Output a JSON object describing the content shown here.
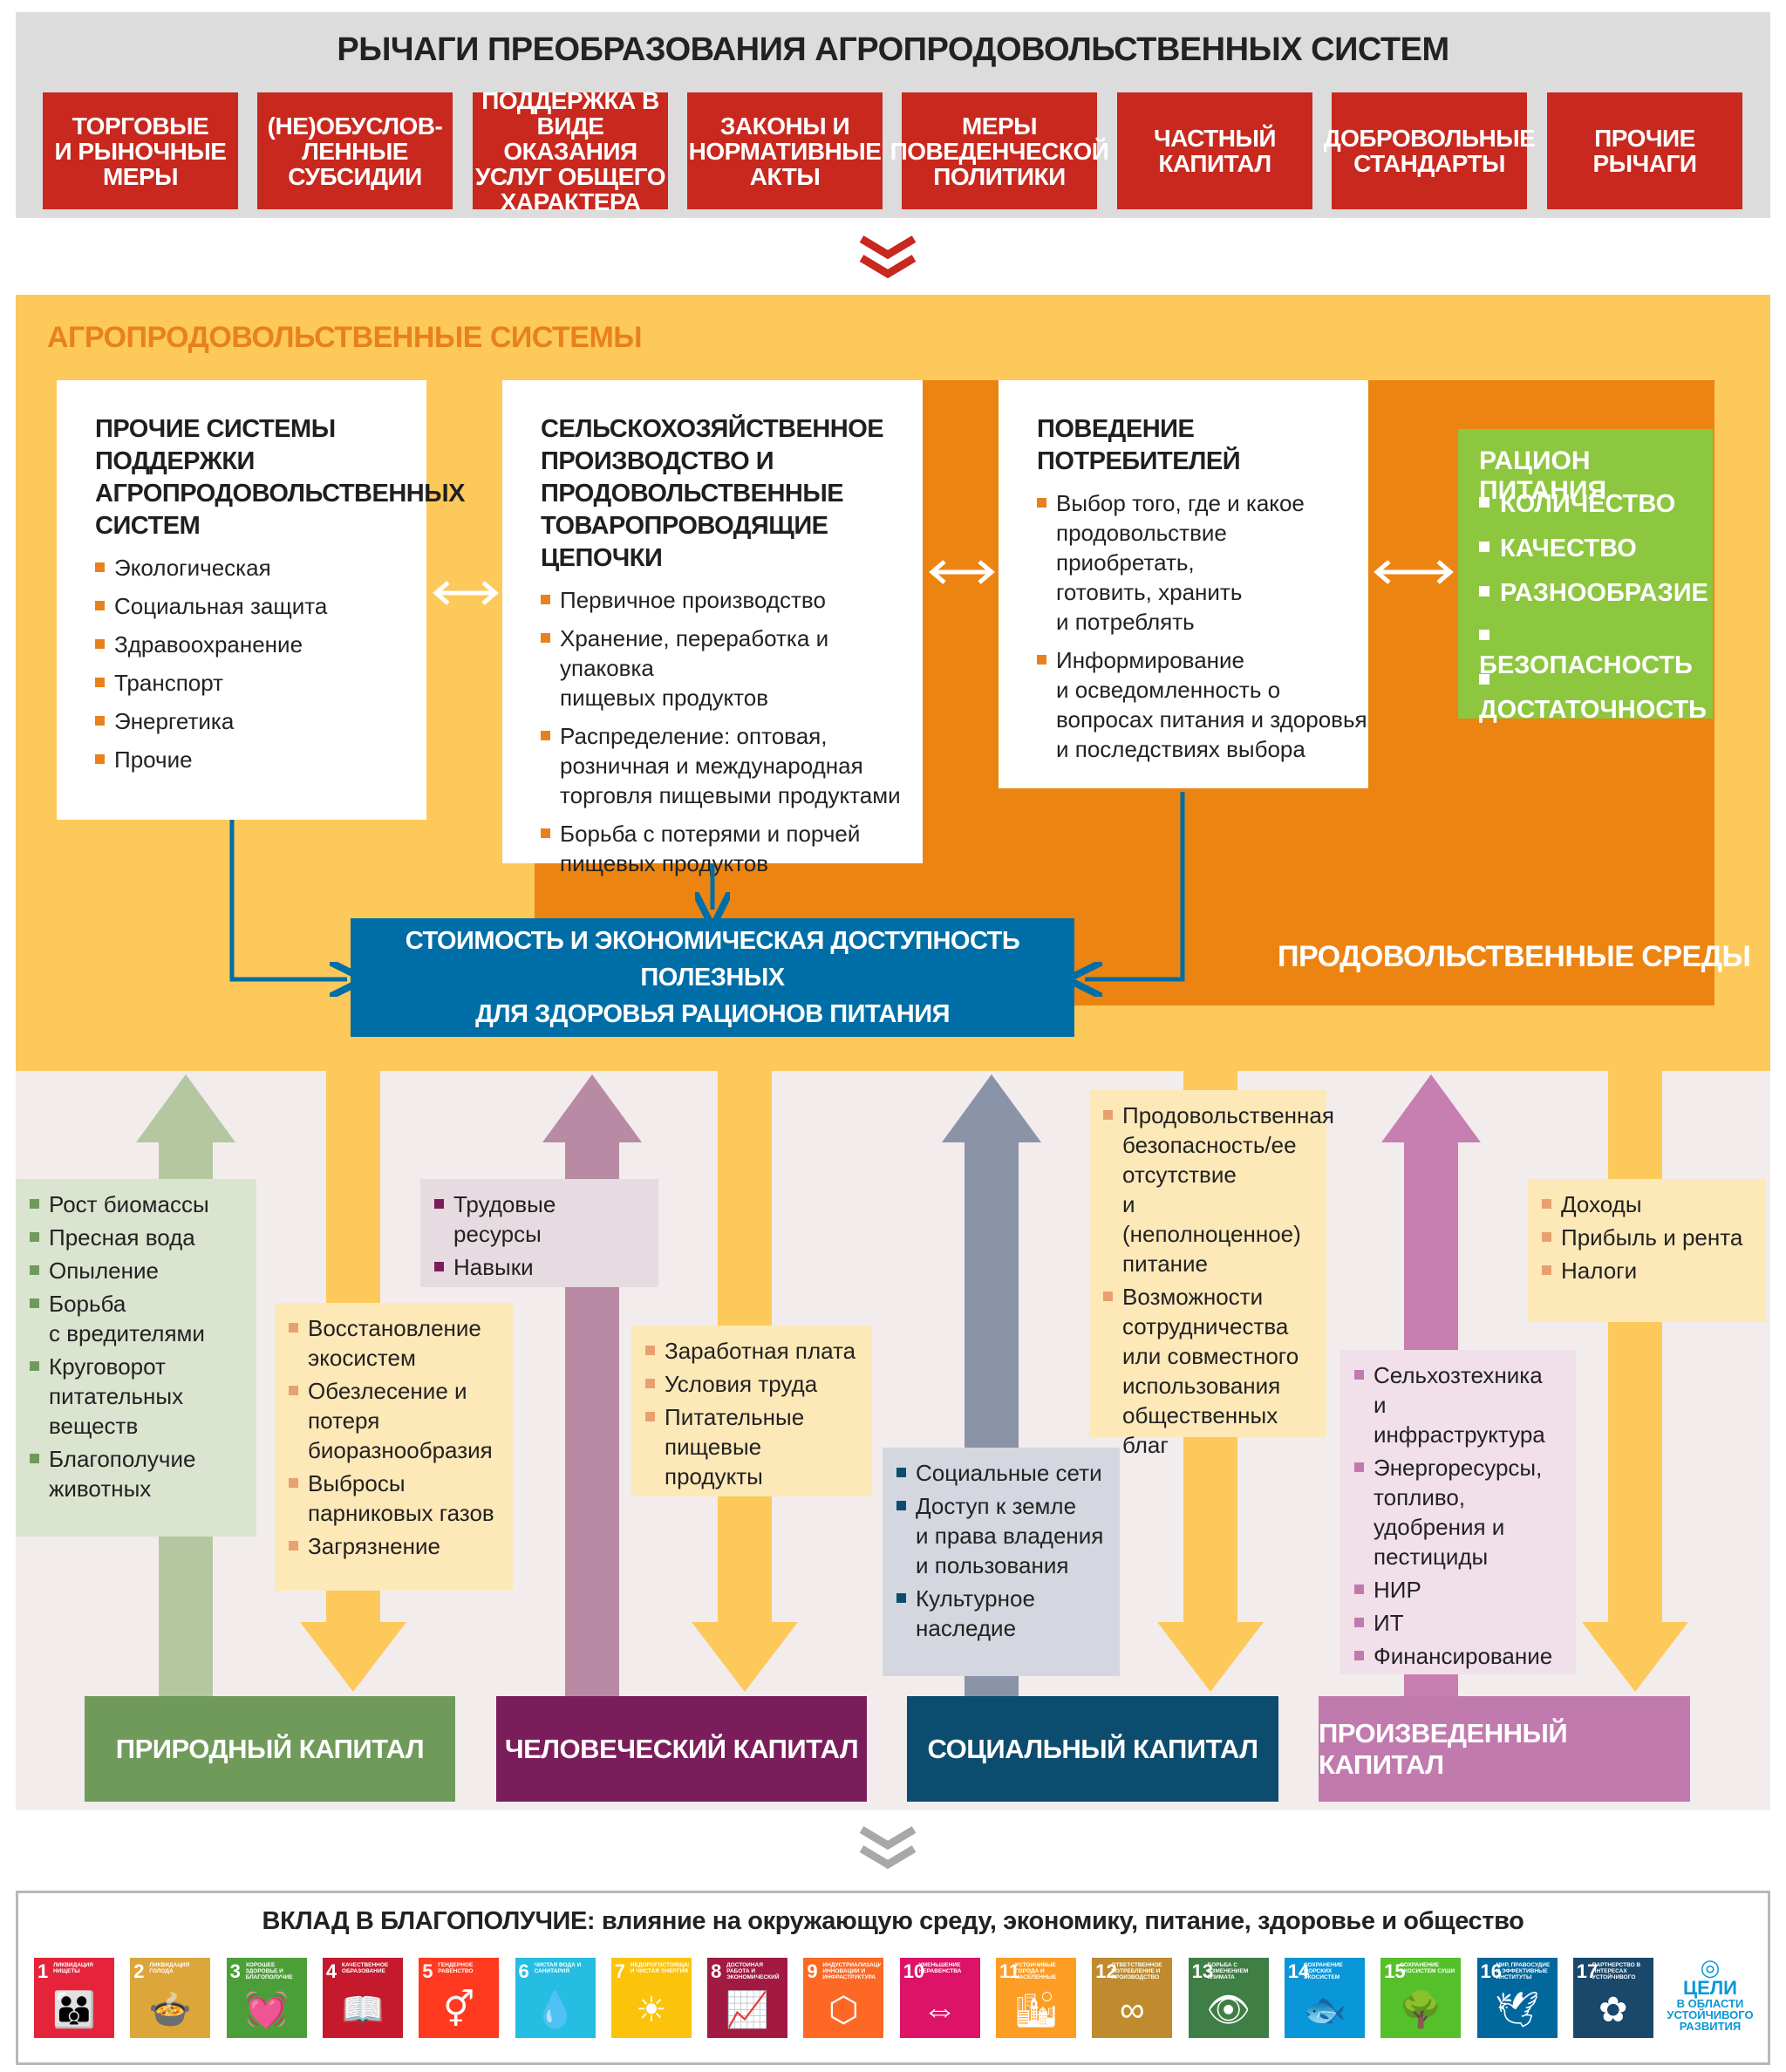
{
  "levers": {
    "title": "РЫЧАГИ ПРЕОБРАЗОВАНИЯ АГРОПРОДОВОЛЬСТВЕННЫХ СИСТЕМ",
    "items": [
      "ТОРГОВЫЕ\nИ РЫНОЧНЫЕ\nМЕРЫ",
      "(НЕ)ОБУСЛОВ-\nЛЕННЫЕ\nСУБСИДИИ",
      "ПОДДЕРЖКА В\nВИДЕ ОКАЗАНИЯ\nУСЛУГ ОБЩЕГО\nХАРАКТЕРА",
      "ЗАКОНЫ И\nНОРМАТИВНЫЕ\nАКТЫ",
      "МЕРЫ\nПОВЕДЕНЧЕСКОЙ\nПОЛИТИКИ",
      "ЧАСТНЫЙ\nКАПИТАЛ",
      "ДОБРОВОЛЬНЫЕ\nСТАНДАРТЫ",
      "ПРОЧИЕ РЫЧАГИ"
    ]
  },
  "agro": {
    "title": "АГРОПРОДОВОЛЬСТВЕННЫЕ СИСТЕМЫ",
    "support": {
      "title": "ПРОЧИЕ СИСТЕМЫ\nПОДДЕРЖКИ\nАГРОПРОДОВОЛЬСТВЕННЫХ\nСИСТЕМ",
      "items": [
        "Экологическая",
        "Социальная защита",
        "Здравоохранение",
        "Транспорт",
        "Энергетика",
        "Прочие"
      ]
    },
    "production": {
      "title": "СЕЛЬСКОХОЗЯЙСТВЕННОЕ\nПРОИЗВОДСТВО И\nПРОДОВОЛЬСТВЕННЫЕ\nТОВАРОПРОВОДЯЩИЕ ЦЕПОЧКИ",
      "items": [
        "Первичное производство",
        "Хранение, переработка и упаковка\nпищевых продуктов",
        "Распределение: оптовая,\nрозничная и международная\nторговля пищевыми продуктами",
        "Борьба с потерями и порчей\nпищевых продуктов"
      ]
    },
    "consumer": {
      "title": "ПОВЕДЕНИЕ\nПОТРЕБИТЕЛЕЙ",
      "items": [
        "Выбор того, где и какое\nпродовольствие приобретать,\nготовить, хранить\nи потреблять",
        "Информирование\nи осведомленность о\nвопросах питания и здоровья\nи последствиях выбора"
      ]
    },
    "diet": {
      "title": "РАЦИОН ПИТАНИЯ",
      "items": [
        "КОЛИЧЕСТВО",
        "КАЧЕСТВО",
        "РАЗНООБРАЗИЕ",
        "БЕЗОПАСНОСТЬ",
        "ДОСТАТОЧНОСТЬ"
      ]
    },
    "cost": "СТОИМОСТЬ И ЭКОНОМИЧЕСКАЯ ДОСТУПНОСТЬ ПОЛЕЗНЫХ\nДЛЯ ЗДОРОВЬЯ РАЦИОНОВ ПИТАНИЯ",
    "environments": "ПРОДОВОЛЬСТВЕННЫЕ СРЕДЫ"
  },
  "flows": {
    "natural_in": [
      "Рост биомассы",
      "Пресная вода",
      "Опыление",
      "Борьба\nс вредителями",
      "Круговорот\nпитательных\nвеществ",
      "Благополучие\nживотных"
    ],
    "natural_out": [
      "Восстановление\nэкосистем",
      "Обезлесение и\nпотеря\nбиоразнообразия",
      "Выбросы\nпарниковых газов",
      "Загрязнение"
    ],
    "human_in": [
      "Трудовые ресурсы",
      "Навыки"
    ],
    "human_out": [
      "Заработная плата",
      "Условия труда",
      "Питательные\nпищевые продукты"
    ],
    "social_in": [
      "Социальные сети",
      "Доступ к земле\nи права владения\nи пользования",
      "Культурное\nнаследие"
    ],
    "social_out": [
      "Продовольственная\nбезопасность/ее\nотсутствие\nи (неполноценное)\nпитание",
      "Возможности\nсотрудничества\nили совместного\nиспользования\nобщественных благ"
    ],
    "produced_in": [
      "Сельхозтехника\nи инфраструктура",
      "Энергоресурсы,\nтопливо,\nудобрения и\nпестициды",
      "НИР",
      "ИТ",
      "Финансирование"
    ],
    "produced_out": [
      "Доходы",
      "Прибыль и рента",
      "Налоги"
    ]
  },
  "capitals": [
    "ПРИРОДНЫЙ КАПИТАЛ",
    "ЧЕЛОВЕЧЕСКИЙ КАПИТАЛ",
    "СОЦИАЛЬНЫЙ КАПИТАЛ",
    "ПРОИЗВЕДЕННЫЙ КАПИТАЛ"
  ],
  "colors": {
    "lever_red": "#c8281e",
    "agro_yellow": "#fdc95a",
    "env_orange": "#ec8412",
    "diet_green": "#8dc63f",
    "cost_blue": "#006ea6",
    "natural": "#6f9a5a",
    "human": "#7b1d5b",
    "social": "#0c4c6e",
    "produced": "#c17aad"
  },
  "sdg": {
    "title_bold": "ВКЛАД В БЛАГОПОЛУЧИЕ:",
    "title_rest": " влияние на окружающую среду, экономику, питание, здоровье и общество",
    "goals": [
      {
        "n": "1",
        "label": "Ликвидация нищеты",
        "icon": "people-icon",
        "color": "#e5243b",
        "glyph": "👪"
      },
      {
        "n": "2",
        "label": "Ликвидация голода",
        "icon": "bowl-icon",
        "color": "#dda63a",
        "glyph": "🍲"
      },
      {
        "n": "3",
        "label": "Хорошее здоровье и благополучие",
        "icon": "heartbeat-icon",
        "color": "#4c9f38",
        "glyph": "💓"
      },
      {
        "n": "4",
        "label": "Качественное образование",
        "icon": "book-icon",
        "color": "#c5192d",
        "glyph": "📖"
      },
      {
        "n": "5",
        "label": "Гендерное равенство",
        "icon": "gender-icon",
        "color": "#ff3a21",
        "glyph": "⚥"
      },
      {
        "n": "6",
        "label": "Чистая вода и санитария",
        "icon": "water-icon",
        "color": "#26bde2",
        "glyph": "💧"
      },
      {
        "n": "7",
        "label": "Недорогостоящая и чистая энергия",
        "icon": "sun-icon",
        "color": "#fcc30b",
        "glyph": "☀"
      },
      {
        "n": "8",
        "label": "Достойная работа и экономический рост",
        "icon": "growth-icon",
        "color": "#a21942",
        "glyph": "📈"
      },
      {
        "n": "9",
        "label": "Индустриализация, инновации и инфраструктура",
        "icon": "cubes-icon",
        "color": "#fd6925",
        "glyph": "⬡"
      },
      {
        "n": "10",
        "label": "Уменьшение неравенства",
        "icon": "equal-icon",
        "color": "#dd1367",
        "glyph": "⇔"
      },
      {
        "n": "11",
        "label": "Устойчивые города и населенные пункты",
        "icon": "city-icon",
        "color": "#fd9d24",
        "glyph": "🏙"
      },
      {
        "n": "12",
        "label": "Ответственное потребление и производство",
        "icon": "infinity-icon",
        "color": "#bf8b2e",
        "glyph": "∞"
      },
      {
        "n": "13",
        "label": "Борьба с изменением климата",
        "icon": "eye-icon",
        "color": "#3f7e44",
        "glyph": "👁"
      },
      {
        "n": "14",
        "label": "Сохранение морских экосистем",
        "icon": "fish-icon",
        "color": "#0a97d9",
        "glyph": "🐟"
      },
      {
        "n": "15",
        "label": "Сохранение экосистем суши",
        "icon": "tree-icon",
        "color": "#56c02b",
        "glyph": "🌳"
      },
      {
        "n": "16",
        "label": "Мир, правосудие и эффективные институты",
        "icon": "dove-icon",
        "color": "#00689d",
        "glyph": "🕊"
      },
      {
        "n": "17",
        "label": "Партнерство в интересах устойчивого развития",
        "icon": "flower-icon",
        "color": "#19486a",
        "glyph": "✿"
      }
    ],
    "logo_line1": "ЦЕЛИ",
    "logo_line2": "В ОБЛАСТИ",
    "logo_line3": "УСТОЙЧИВОГО",
    "logo_line4": "РАЗВИТИЯ"
  }
}
